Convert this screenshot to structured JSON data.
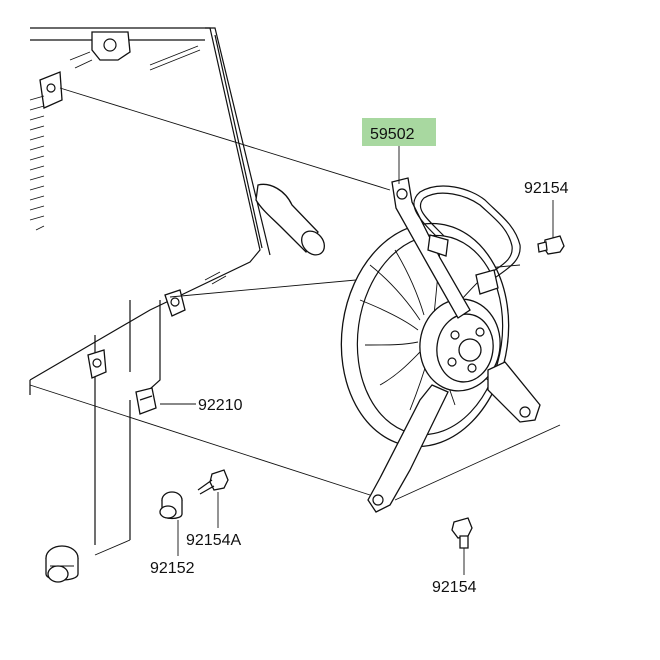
{
  "parts": {
    "fan_assembly": {
      "label": "59502",
      "highlight_color": "#a8d8a0"
    },
    "bolt_top_right": {
      "label": "92154"
    },
    "clip": {
      "label": "92210"
    },
    "bolt_middle": {
      "label": "92154A"
    },
    "collar": {
      "label": "92152"
    },
    "bolt_bottom": {
      "label": "92154"
    }
  }
}
